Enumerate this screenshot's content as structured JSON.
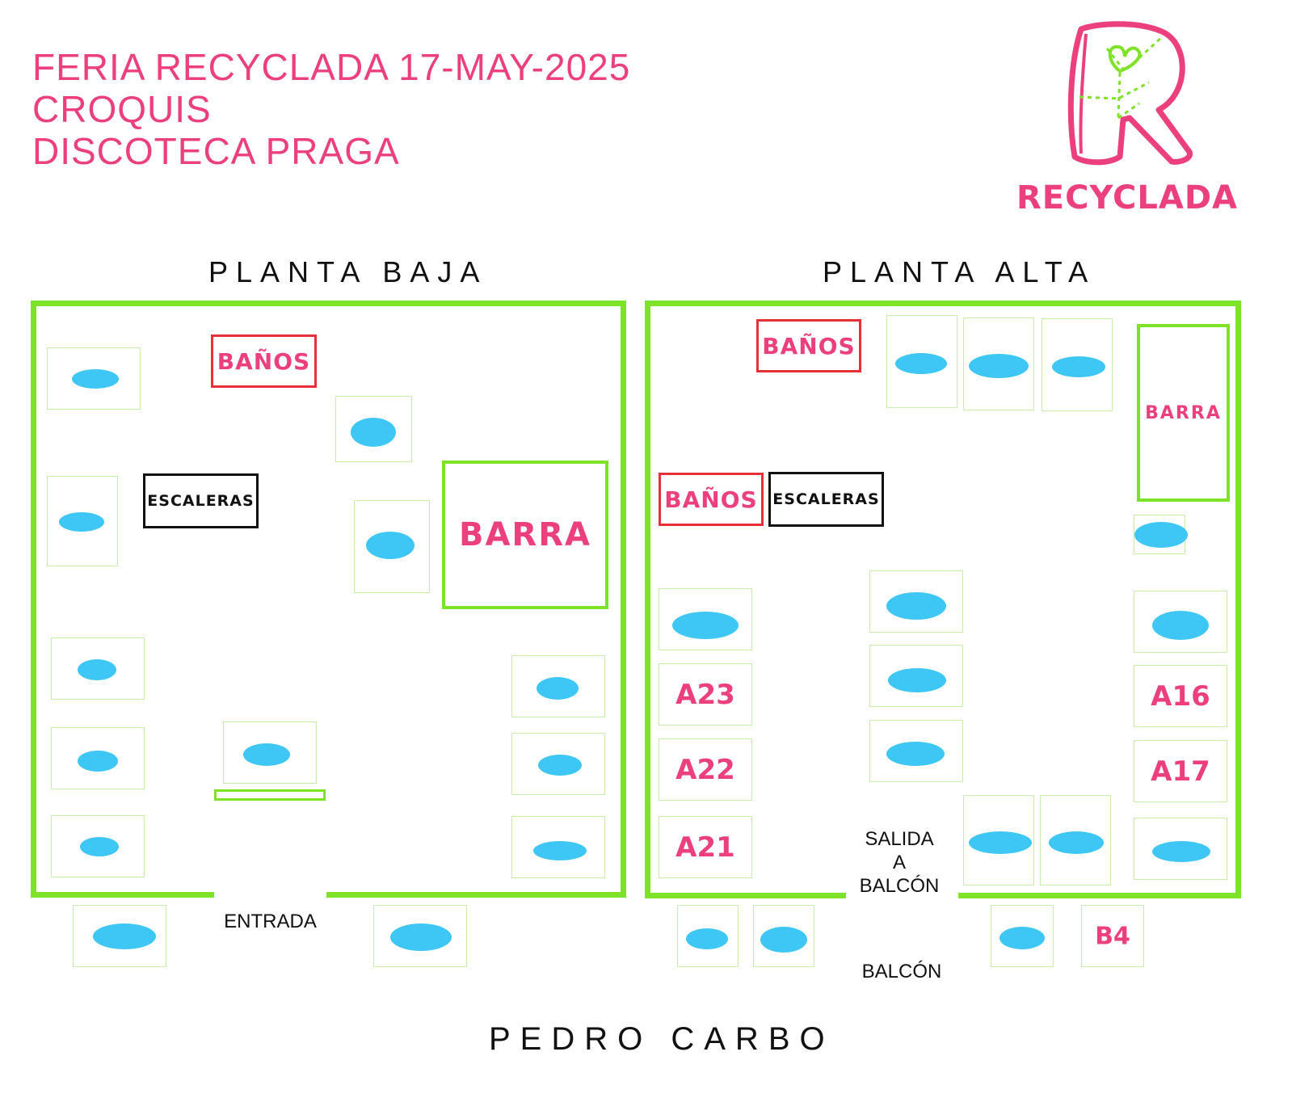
{
  "header": {
    "line1": "FERIA RECYCLADA 17-MAY-2025",
    "line2": "CROQUIS",
    "line3": "DISCOTECA PRAGA"
  },
  "logo": {
    "letter": "R",
    "text": "RECYCLADA"
  },
  "colors": {
    "accent": "#ec3f7e",
    "wall": "#7ee227",
    "blob": "#3ec6f5",
    "banos_border": "#e8303a"
  },
  "ground_floor": {
    "title": "PLANTA BAJA",
    "banos": "BAÑOS",
    "escaleras": "ESCALERAS",
    "barra": "BARRA",
    "entrada": "ENTRADA"
  },
  "upper_floor": {
    "title": "PLANTA ALTA",
    "banos_top": "BAÑOS",
    "banos_mid": "BAÑOS",
    "escaleras": "ESCALERAS",
    "barra": "BARRA",
    "stalls": {
      "a23": "A23",
      "a22": "A22",
      "a21": "A21",
      "a16": "A16",
      "a17": "A17",
      "b4": "B4"
    },
    "salida_1": "SALIDA",
    "salida_2": "A",
    "salida_3": "BALCÓN",
    "balcon": "BALCÓN"
  },
  "street": "PEDRO CARBO"
}
